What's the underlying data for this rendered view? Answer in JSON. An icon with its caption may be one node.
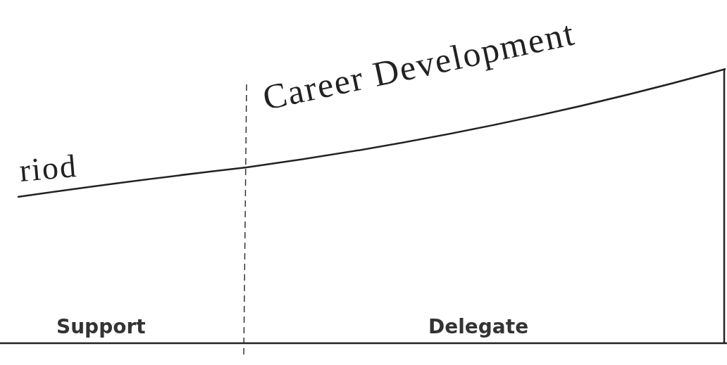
{
  "diagram": {
    "labels": [
      "riod",
      "Career Development",
      "Support",
      "Delegate"
    ]
  }
}
